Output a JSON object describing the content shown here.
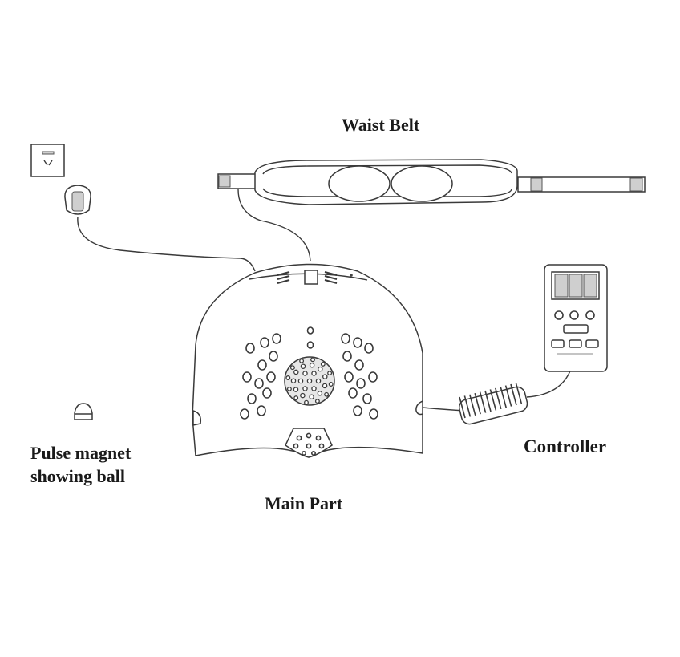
{
  "labels": {
    "waist_belt": "Waist Belt",
    "controller": "Controller",
    "pulse_line1": "Pulse magnet",
    "pulse_line2": "showing ball",
    "main_part": "Main Part"
  }
}
